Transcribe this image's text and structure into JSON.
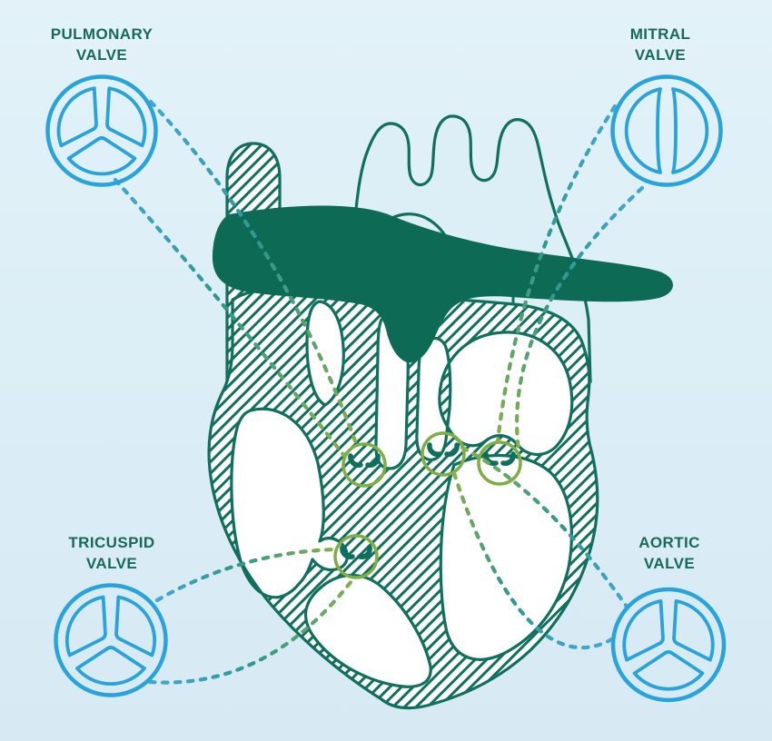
{
  "title": "Heart valves diagram",
  "illustration": {
    "subject": "anterior cross-section of a human heart",
    "valve_marker_count": 4
  },
  "palette": {
    "background": "#dceef6",
    "outline_teal": "#10705d",
    "artery_solid": "#0d6b55",
    "icon_blue": "#29a3dc",
    "marker_green": "#7fae49",
    "label_text": "#186a58",
    "connector_blue": "#41a7d9",
    "connector_teal": "#2f988c",
    "connector_olive": "#85b04b"
  },
  "valves": [
    {
      "id": "pulmonary",
      "label_line1": "PULMONARY",
      "label_line2": "VALVE",
      "icon": "trileaflet-valve-icon",
      "position": "top-left"
    },
    {
      "id": "mitral",
      "label_line1": "MITRAL",
      "label_line2": "VALVE",
      "icon": "bileaflet-valve-icon",
      "position": "top-right"
    },
    {
      "id": "tricuspid",
      "label_line1": "TRICUSPID",
      "label_line2": "VALVE",
      "icon": "trileaflet-valve-icon",
      "position": "bottom-left"
    },
    {
      "id": "aortic",
      "label_line1": "AORTIC",
      "label_line2": "VALVE",
      "icon": "trileaflet-valve-icon",
      "position": "bottom-right"
    }
  ]
}
